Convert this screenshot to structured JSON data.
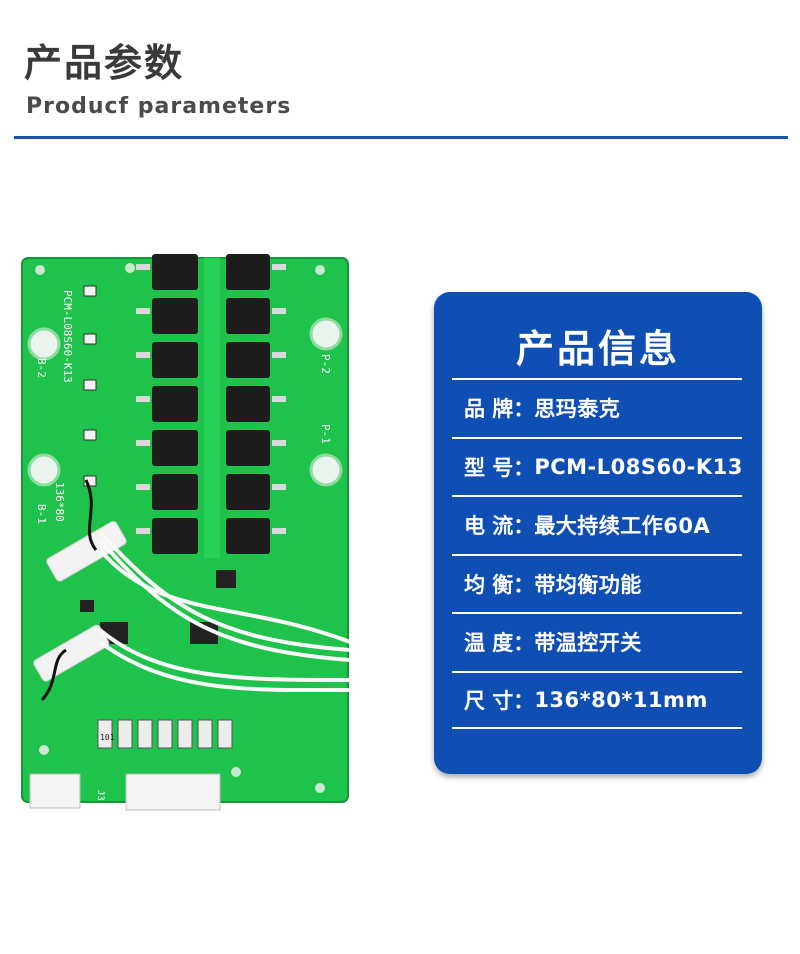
{
  "header": {
    "title_cn": "产品参数",
    "title_en": "Producf  parameters"
  },
  "pcb": {
    "silkscreen": {
      "model": "PCM-L08S60-K13",
      "size": "136*80",
      "b2": "B-2",
      "b1": "B-1",
      "p2": "P-2",
      "p1": "P-1",
      "resistor": "101",
      "j3": "J3"
    }
  },
  "card": {
    "title": "产品信息",
    "rows": [
      {
        "label": "品  牌：",
        "value": "思玛泰克"
      },
      {
        "label": "型  号：",
        "value": "PCM-L08S60-K13"
      },
      {
        "label": "电    流：",
        "value": "最大持续工作60A"
      },
      {
        "label": "均    衡：",
        "value": "带均衡功能"
      },
      {
        "label": "温    度：",
        "value": "带温控开关"
      },
      {
        "label": "尺    寸：",
        "value": "136*80*11mm"
      }
    ]
  },
  "colors": {
    "accent_blue": "#0f4fb4",
    "rule_blue": "#1a50b0",
    "pcb_green": "#1fc24a"
  }
}
